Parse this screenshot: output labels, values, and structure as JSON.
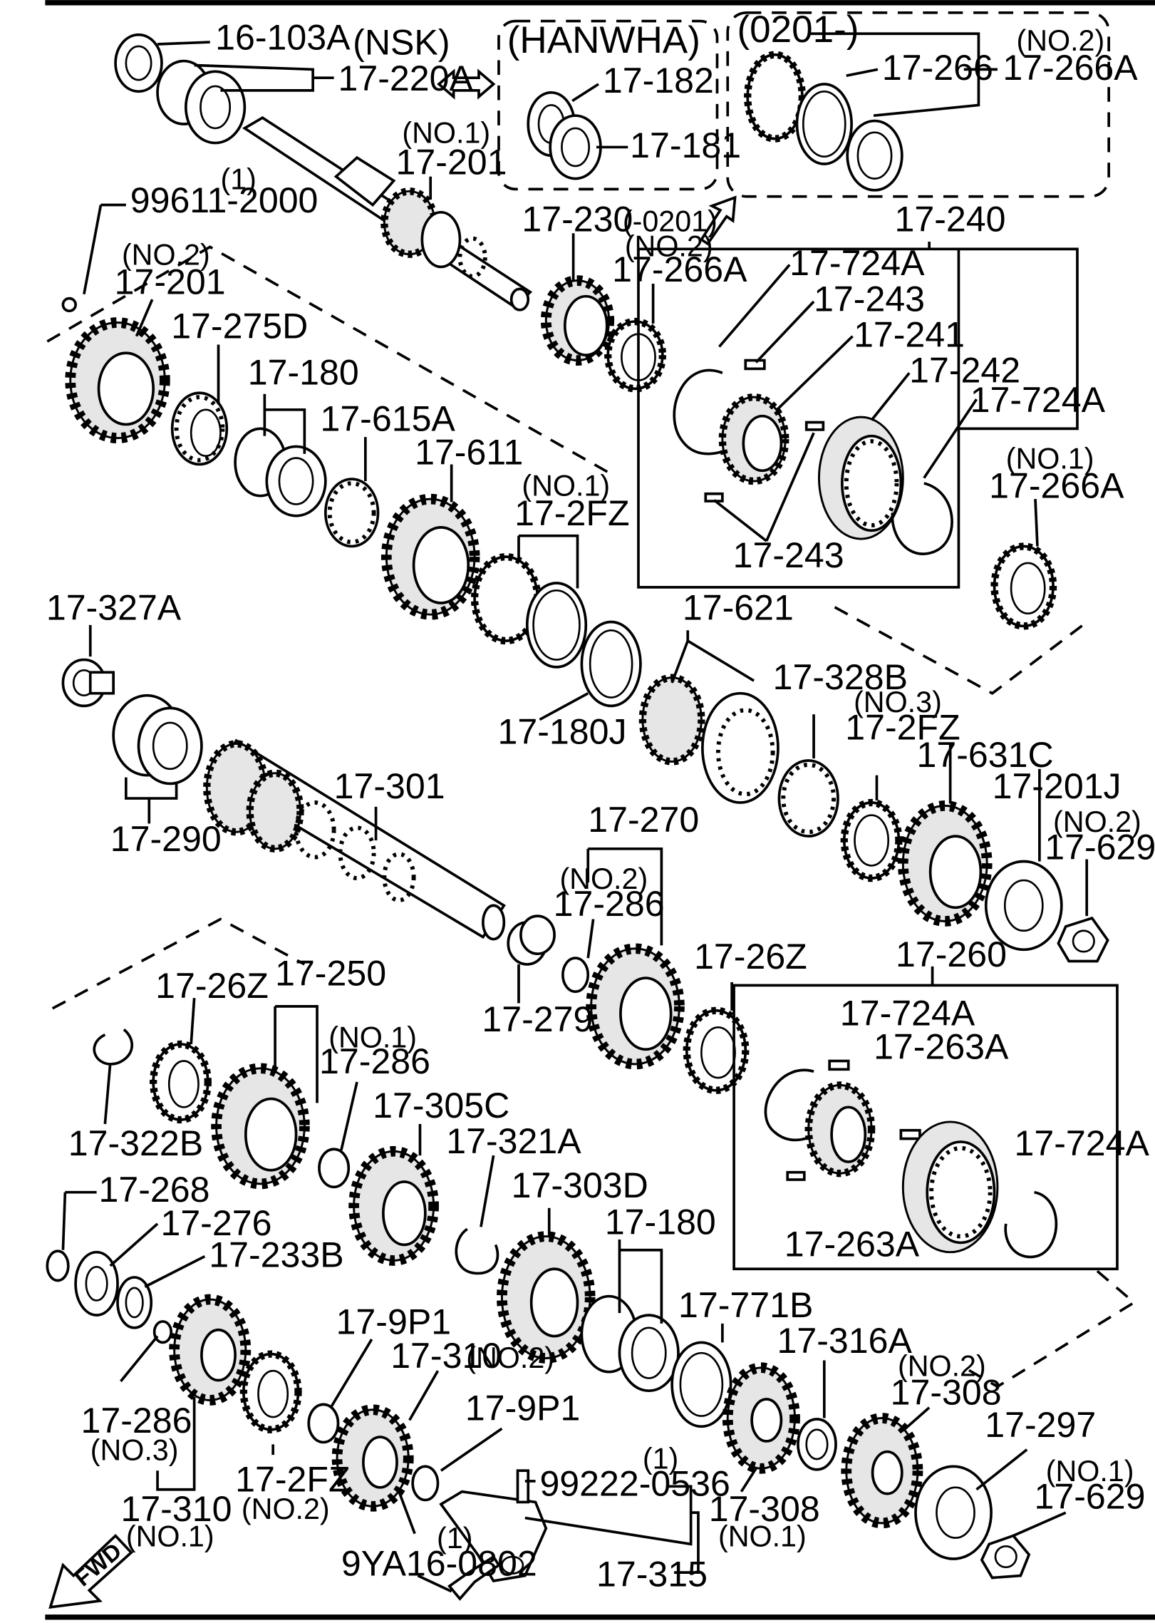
{
  "callouts": {
    "l_16_103A": "16-103A",
    "l_nsk": "(NSK)",
    "l_17_220A": "17-220A",
    "l_hanwha": "(HANWHA)",
    "l_17_182": "17-182",
    "l_17_181": "17-181",
    "l_0201_after": "(0201-)",
    "l_17_266": "17-266",
    "l_no2_a": "(NO.2)",
    "l_17_266A_a": "17-266A",
    "l_no1_a": "(NO.1)",
    "l_17_201_a": "17-201",
    "l_qty1_a": "(1)",
    "l_99611_2000": "99611-2000",
    "l_17_230": "17-230",
    "l_0201_before": "(-0201)",
    "l_no2_b": "(NO.2)",
    "l_17_266A_b": "17-266A",
    "l_17_240": "17-240",
    "l_no2_c": "(NO.2)",
    "l_17_201_b": "17-201",
    "l_17_275D": "17-275D",
    "l_17_724A_a": "17-724A",
    "l_17_243_a": "17-243",
    "l_17_241": "17-241",
    "l_17_242": "17-242",
    "l_17_724A_b": "17-724A",
    "l_17_180_a": "17-180",
    "l_17_615A": "17-615A",
    "l_17_611": "17-611",
    "l_no1_b": "(NO.1)",
    "l_17_2FZ_a": "17-2FZ",
    "l_no1_c": "(NO.1)",
    "l_17_266A_c": "17-266A",
    "l_17_243_b": "17-243",
    "l_17_327A": "17-327A",
    "l_17_621": "17-621",
    "l_17_328B": "17-328B",
    "l_no3_a": "(NO.3)",
    "l_17_2FZ_b": "17-2FZ",
    "l_17_631C": "17-631C",
    "l_17_201J": "17-201J",
    "l_17_180J": "17-180J",
    "l_17_301": "17-301",
    "l_17_290": "17-290",
    "l_17_270": "17-270",
    "l_no2_d": "(NO.2)",
    "l_17_286_a": "17-286",
    "l_no2_e": "(NO.2)",
    "l_17_629_a": "17-629",
    "l_17_26Z_a": "17-26Z",
    "l_17_250": "17-250",
    "l_17_26Z_b": "17-26Z",
    "l_17_260": "17-260",
    "l_17_279": "17-279",
    "l_no1_d": "(NO.1)",
    "l_17_286_b": "17-286",
    "l_17_724A_c": "17-724A",
    "l_17_263A_a": "17-263A",
    "l_17_322B": "17-322B",
    "l_17_305C": "17-305C",
    "l_17_321A": "17-321A",
    "l_17_724A_d": "17-724A",
    "l_17_268": "17-268",
    "l_17_303D": "17-303D",
    "l_17_276": "17-276",
    "l_17_180_b": "17-180",
    "l_17_233B": "17-233B",
    "l_17_263A_b": "17-263A",
    "l_17_771B": "17-771B",
    "l_17_9P1_a": "17-9P1",
    "l_17_310_no2": "17-310",
    "l_no2_f": "(NO.2)",
    "l_17_316A": "17-316A",
    "l_no2_g": "(NO.2)",
    "l_17_308_a": "17-308",
    "l_17_286_c": "17-286",
    "l_no3_b": "(NO.3)",
    "l_17_9P1_b": "17-9P1",
    "l_17_297": "17-297",
    "l_qty1_b": "(1)",
    "l_99222_0536": "99222-0536",
    "l_no1_e": "(NO.1)",
    "l_17_629_b": "17-629",
    "l_17_2FZ_c": "17-2FZ",
    "l_no2_h": "(NO.2)",
    "l_17_310_no1": "17-310",
    "l_no1_f": "(NO.1)",
    "l_17_308_b": "17-308",
    "l_no1_g": "(NO.1)",
    "l_qty1_c": "(1)",
    "l_9YA16_0802": "9YA16-0802",
    "l_17_315": "17-315",
    "l_fwd": "FWD"
  }
}
